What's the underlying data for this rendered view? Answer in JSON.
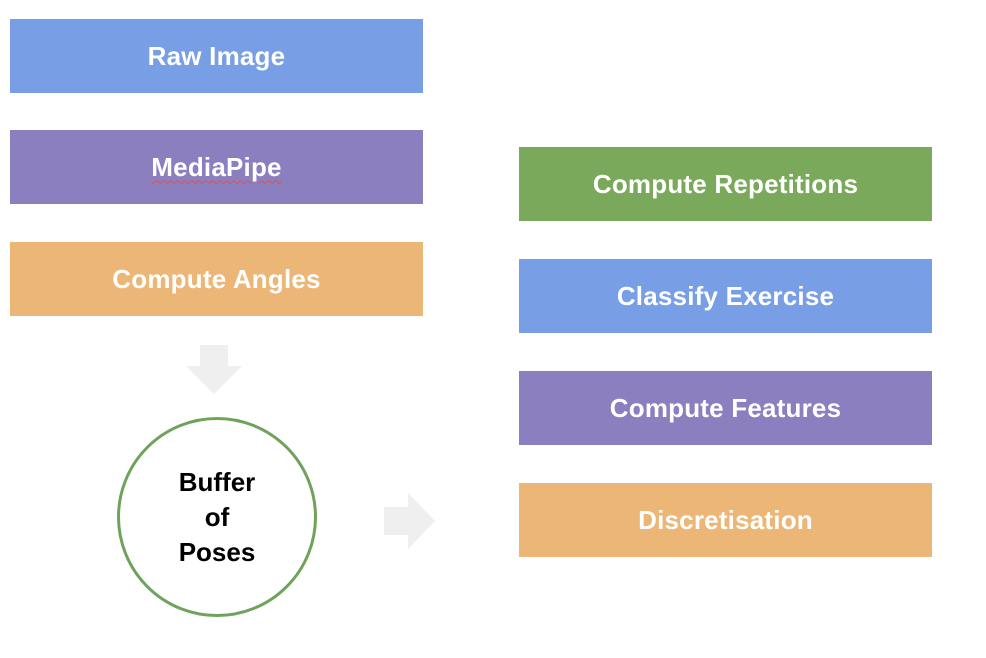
{
  "pipeline_left": {
    "raw_image": "Raw Image",
    "mediapipe": "MediaPipe",
    "compute_angles": "Compute Angles"
  },
  "buffer": {
    "line1": "Buffer",
    "line2": "of",
    "line3": "Poses"
  },
  "pipeline_right": {
    "compute_repetitions": "Compute Repetitions",
    "classify_exercise": "Classify Exercise",
    "compute_features": "Compute Features",
    "discretisation": "Discretisation"
  },
  "colors": {
    "blue": "#789ee5",
    "purple": "#8b7fbf",
    "orange": "#ecb676",
    "green": "#7aa95c",
    "circle_border": "#6fa25a",
    "arrow": "#efefef"
  },
  "icons": {
    "down_arrow": "arrow-down-icon",
    "right_arrow": "arrow-right-icon"
  }
}
